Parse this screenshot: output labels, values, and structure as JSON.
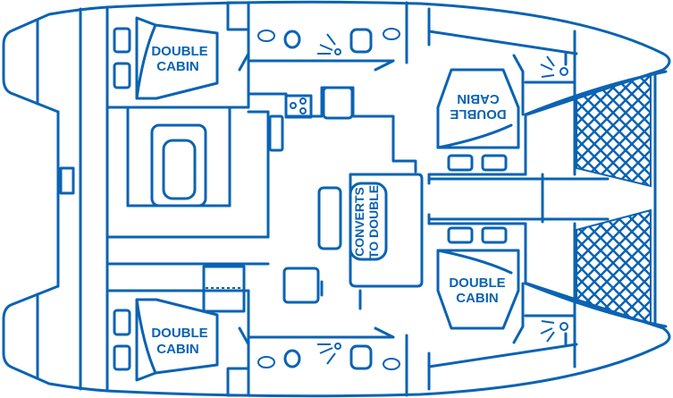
{
  "plan": {
    "cabins": [
      {
        "line1": "DOUBLE",
        "line2": "CABIN"
      },
      {
        "line1": "DOUBLE",
        "line2": "CABIN"
      },
      {
        "line1": "DOUBLE",
        "line2": "CABIN"
      },
      {
        "line1": "DOUBLE",
        "line2": "CABIN"
      }
    ],
    "saloon_berth": {
      "line1": "CONVERTS",
      "line2": "TO DOUBLE"
    },
    "line_color": "#0a63b3"
  }
}
